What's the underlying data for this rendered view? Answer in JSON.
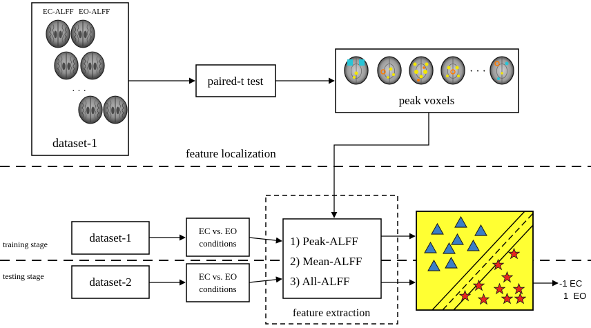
{
  "top": {
    "dataset_box": {
      "label_ec": "EC-ALFF",
      "label_eo": "EO-ALFF",
      "ellipsis": "· · ·",
      "caption": "dataset-1"
    },
    "test_box": {
      "label": "paired-t test"
    },
    "peak_box": {
      "ellipsis": "· · ·",
      "caption": "peak voxels"
    },
    "section_label": "feature localization"
  },
  "bottom": {
    "training_label": "training stage",
    "testing_label": "testing stage",
    "dataset_train": "dataset-1",
    "dataset_test": "dataset-2",
    "conditions_train": [
      "EC vs. EO",
      "conditions"
    ],
    "conditions_test": [
      "EC vs. EO",
      "conditions"
    ],
    "features": [
      "1) Peak-ALFF",
      "2) Mean-ALFF",
      "3) All-ALFF"
    ],
    "feature_caption": "feature extraction",
    "outputs": [
      "-1 EC",
      "1  EO"
    ]
  },
  "colors": {
    "classifier_bg": "#ffff33",
    "triangle": "#3a7ec6",
    "star": "#e8261d",
    "brain": "#8c8c8c",
    "activation_yellow": "#f2e600",
    "activation_orange": "#ff7a00",
    "activation_cyan": "#29c4d6"
  },
  "icons": {
    "brain_scan": "brain-scan-icon",
    "triangle_marker": "triangle-marker-icon",
    "star_marker": "star-marker-icon"
  }
}
